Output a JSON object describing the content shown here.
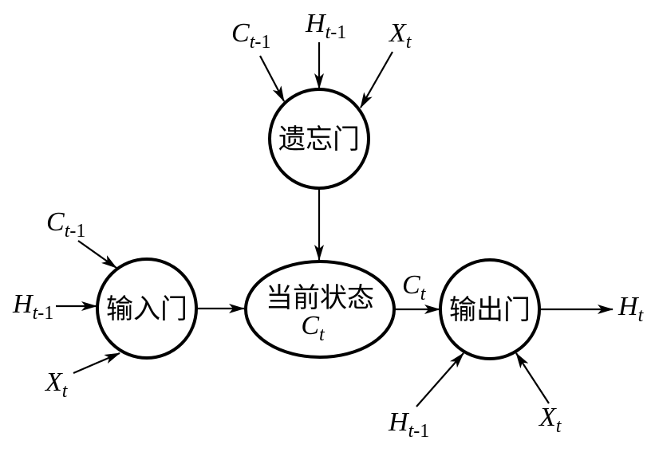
{
  "diagram": {
    "title": "LSTM gate structure",
    "nodes": {
      "forget_gate": {
        "label": "遗忘门"
      },
      "input_gate": {
        "label": "输入门"
      },
      "current_state": {
        "label": "当前状态",
        "var": "C",
        "var_sub": "t"
      },
      "output_gate": {
        "label": "输出门"
      }
    },
    "inputs": {
      "forget_c": {
        "var": "C",
        "sub_t": "t",
        "sub_rest": "-1"
      },
      "forget_h": {
        "var": "H",
        "sub_t": "t",
        "sub_rest": "-1"
      },
      "forget_x": {
        "var": "X",
        "sub_t": "t",
        "sub_rest": ""
      },
      "input_c": {
        "var": "C",
        "sub_t": "t",
        "sub_rest": "-1"
      },
      "input_h": {
        "var": "H",
        "sub_t": "t",
        "sub_rest": "-1"
      },
      "input_x": {
        "var": "X",
        "sub_t": "t",
        "sub_rest": ""
      },
      "state_to_output": {
        "var": "C",
        "sub_t": "t",
        "sub_rest": ""
      },
      "output_h_in": {
        "var": "H",
        "sub_t": "t",
        "sub_rest": "-1"
      },
      "output_x": {
        "var": "X",
        "sub_t": "t",
        "sub_rest": ""
      },
      "output_result": {
        "var": "H",
        "sub_t": "t",
        "sub_rest": ""
      }
    },
    "edges": [
      {
        "from": "C_{t-1}",
        "to": "forget_gate"
      },
      {
        "from": "H_{t-1}",
        "to": "forget_gate"
      },
      {
        "from": "X_t",
        "to": "forget_gate"
      },
      {
        "from": "forget_gate",
        "to": "current_state"
      },
      {
        "from": "C_{t-1}",
        "to": "input_gate"
      },
      {
        "from": "H_{t-1}",
        "to": "input_gate"
      },
      {
        "from": "X_t",
        "to": "input_gate"
      },
      {
        "from": "input_gate",
        "to": "current_state"
      },
      {
        "from": "current_state",
        "to": "output_gate",
        "label": "C_t"
      },
      {
        "from": "H_{t-1}",
        "to": "output_gate"
      },
      {
        "from": "X_t",
        "to": "output_gate"
      },
      {
        "from": "output_gate",
        "to": "H_t"
      }
    ]
  }
}
